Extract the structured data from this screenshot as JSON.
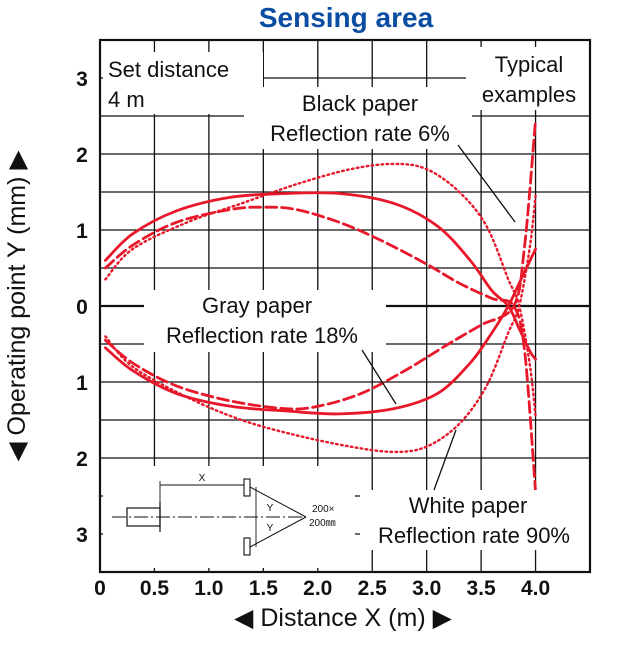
{
  "chart_data": {
    "type": "line",
    "title": "Sensing area",
    "xlabel": "◀ Distance X (m) ▶",
    "ylabel": "◀ Operating point Y (mm) ▶",
    "xlim": [
      0,
      4.5
    ],
    "ylim": [
      -3.5,
      3.5
    ],
    "x_ticks": [
      "0",
      "0.5",
      "1.0",
      "1.5",
      "2.0",
      "2.5",
      "3.0",
      "3.5",
      "4.0"
    ],
    "y_ticks": [
      {
        "value": 3,
        "label": "3"
      },
      {
        "value": 2,
        "label": "2"
      },
      {
        "value": 1,
        "label": "1"
      },
      {
        "value": 0,
        "label": "0"
      },
      {
        "value": -1,
        "label": "1"
      },
      {
        "value": -2,
        "label": "2"
      },
      {
        "value": -3,
        "label": "3"
      }
    ],
    "grid": true,
    "line_color": "#e8182b",
    "series": [
      {
        "name": "Gray paper Reflection rate 18%",
        "style": "solid",
        "upper": [
          [
            0.05,
            0.6
          ],
          [
            0.3,
            0.95
          ],
          [
            0.7,
            1.25
          ],
          [
            1.2,
            1.43
          ],
          [
            1.7,
            1.48
          ],
          [
            2.2,
            1.48
          ],
          [
            2.7,
            1.35
          ],
          [
            3.1,
            1.05
          ],
          [
            3.4,
            0.6
          ],
          [
            3.6,
            0.2
          ],
          [
            3.75,
            0.0
          ],
          [
            3.85,
            -0.3
          ],
          [
            3.95,
            -0.6
          ],
          [
            4.0,
            -0.7
          ]
        ],
        "lower": [
          [
            0.05,
            -0.55
          ],
          [
            0.3,
            -0.85
          ],
          [
            0.7,
            -1.15
          ],
          [
            1.2,
            -1.32
          ],
          [
            1.7,
            -1.38
          ],
          [
            2.2,
            -1.42
          ],
          [
            2.7,
            -1.35
          ],
          [
            3.1,
            -1.15
          ],
          [
            3.4,
            -0.75
          ],
          [
            3.6,
            -0.35
          ],
          [
            3.75,
            0.0
          ],
          [
            3.85,
            0.3
          ],
          [
            3.95,
            0.6
          ],
          [
            4.0,
            0.75
          ]
        ]
      },
      {
        "name": "Black paper Reflection rate 6%",
        "style": "dashed",
        "upper": [
          [
            0.05,
            0.5
          ],
          [
            0.3,
            0.8
          ],
          [
            0.7,
            1.1
          ],
          [
            1.2,
            1.27
          ],
          [
            1.5,
            1.3
          ],
          [
            1.8,
            1.27
          ],
          [
            2.2,
            1.1
          ],
          [
            2.6,
            0.85
          ],
          [
            3.0,
            0.55
          ],
          [
            3.3,
            0.3
          ],
          [
            3.6,
            0.1
          ],
          [
            3.8,
            0.0
          ],
          [
            3.9,
            -0.6
          ],
          [
            4.0,
            -2.45
          ]
        ],
        "lower": [
          [
            0.05,
            -0.45
          ],
          [
            0.3,
            -0.75
          ],
          [
            0.7,
            -1.05
          ],
          [
            1.2,
            -1.25
          ],
          [
            1.7,
            -1.35
          ],
          [
            2.0,
            -1.32
          ],
          [
            2.4,
            -1.15
          ],
          [
            2.8,
            -0.85
          ],
          [
            3.2,
            -0.5
          ],
          [
            3.5,
            -0.25
          ],
          [
            3.8,
            0.0
          ],
          [
            3.9,
            0.8
          ],
          [
            4.0,
            2.45
          ]
        ]
      },
      {
        "name": "White paper Reflection rate 90%",
        "style": "dotted",
        "upper": [
          [
            0.05,
            0.35
          ],
          [
            0.3,
            0.75
          ],
          [
            0.8,
            1.1
          ],
          [
            1.3,
            1.35
          ],
          [
            1.8,
            1.6
          ],
          [
            2.3,
            1.8
          ],
          [
            2.7,
            1.87
          ],
          [
            3.0,
            1.8
          ],
          [
            3.3,
            1.5
          ],
          [
            3.55,
            1.05
          ],
          [
            3.75,
            0.35
          ],
          [
            3.85,
            0.0
          ],
          [
            3.95,
            -0.8
          ],
          [
            4.0,
            -1.45
          ]
        ],
        "lower": [
          [
            0.05,
            -0.4
          ],
          [
            0.3,
            -0.8
          ],
          [
            0.8,
            -1.2
          ],
          [
            1.3,
            -1.5
          ],
          [
            1.8,
            -1.7
          ],
          [
            2.3,
            -1.85
          ],
          [
            2.7,
            -1.92
          ],
          [
            3.0,
            -1.85
          ],
          [
            3.3,
            -1.55
          ],
          [
            3.55,
            -1.05
          ],
          [
            3.75,
            -0.35
          ],
          [
            3.85,
            0.0
          ],
          [
            3.95,
            0.8
          ],
          [
            4.0,
            1.45
          ]
        ]
      }
    ],
    "annotations": {
      "set_distance": [
        "Set distance",
        "4 m"
      ],
      "typical": [
        "Typical",
        "examples"
      ],
      "black": [
        "Black paper",
        "Reflection rate 6%"
      ],
      "gray": [
        "Gray paper",
        "Reflection rate 18%"
      ],
      "white": [
        "White paper",
        "Reflection rate 90%"
      ]
    },
    "inset": {
      "x_label": "X",
      "y_label": "Y",
      "target_size": [
        "200×",
        "200㎜"
      ]
    }
  }
}
